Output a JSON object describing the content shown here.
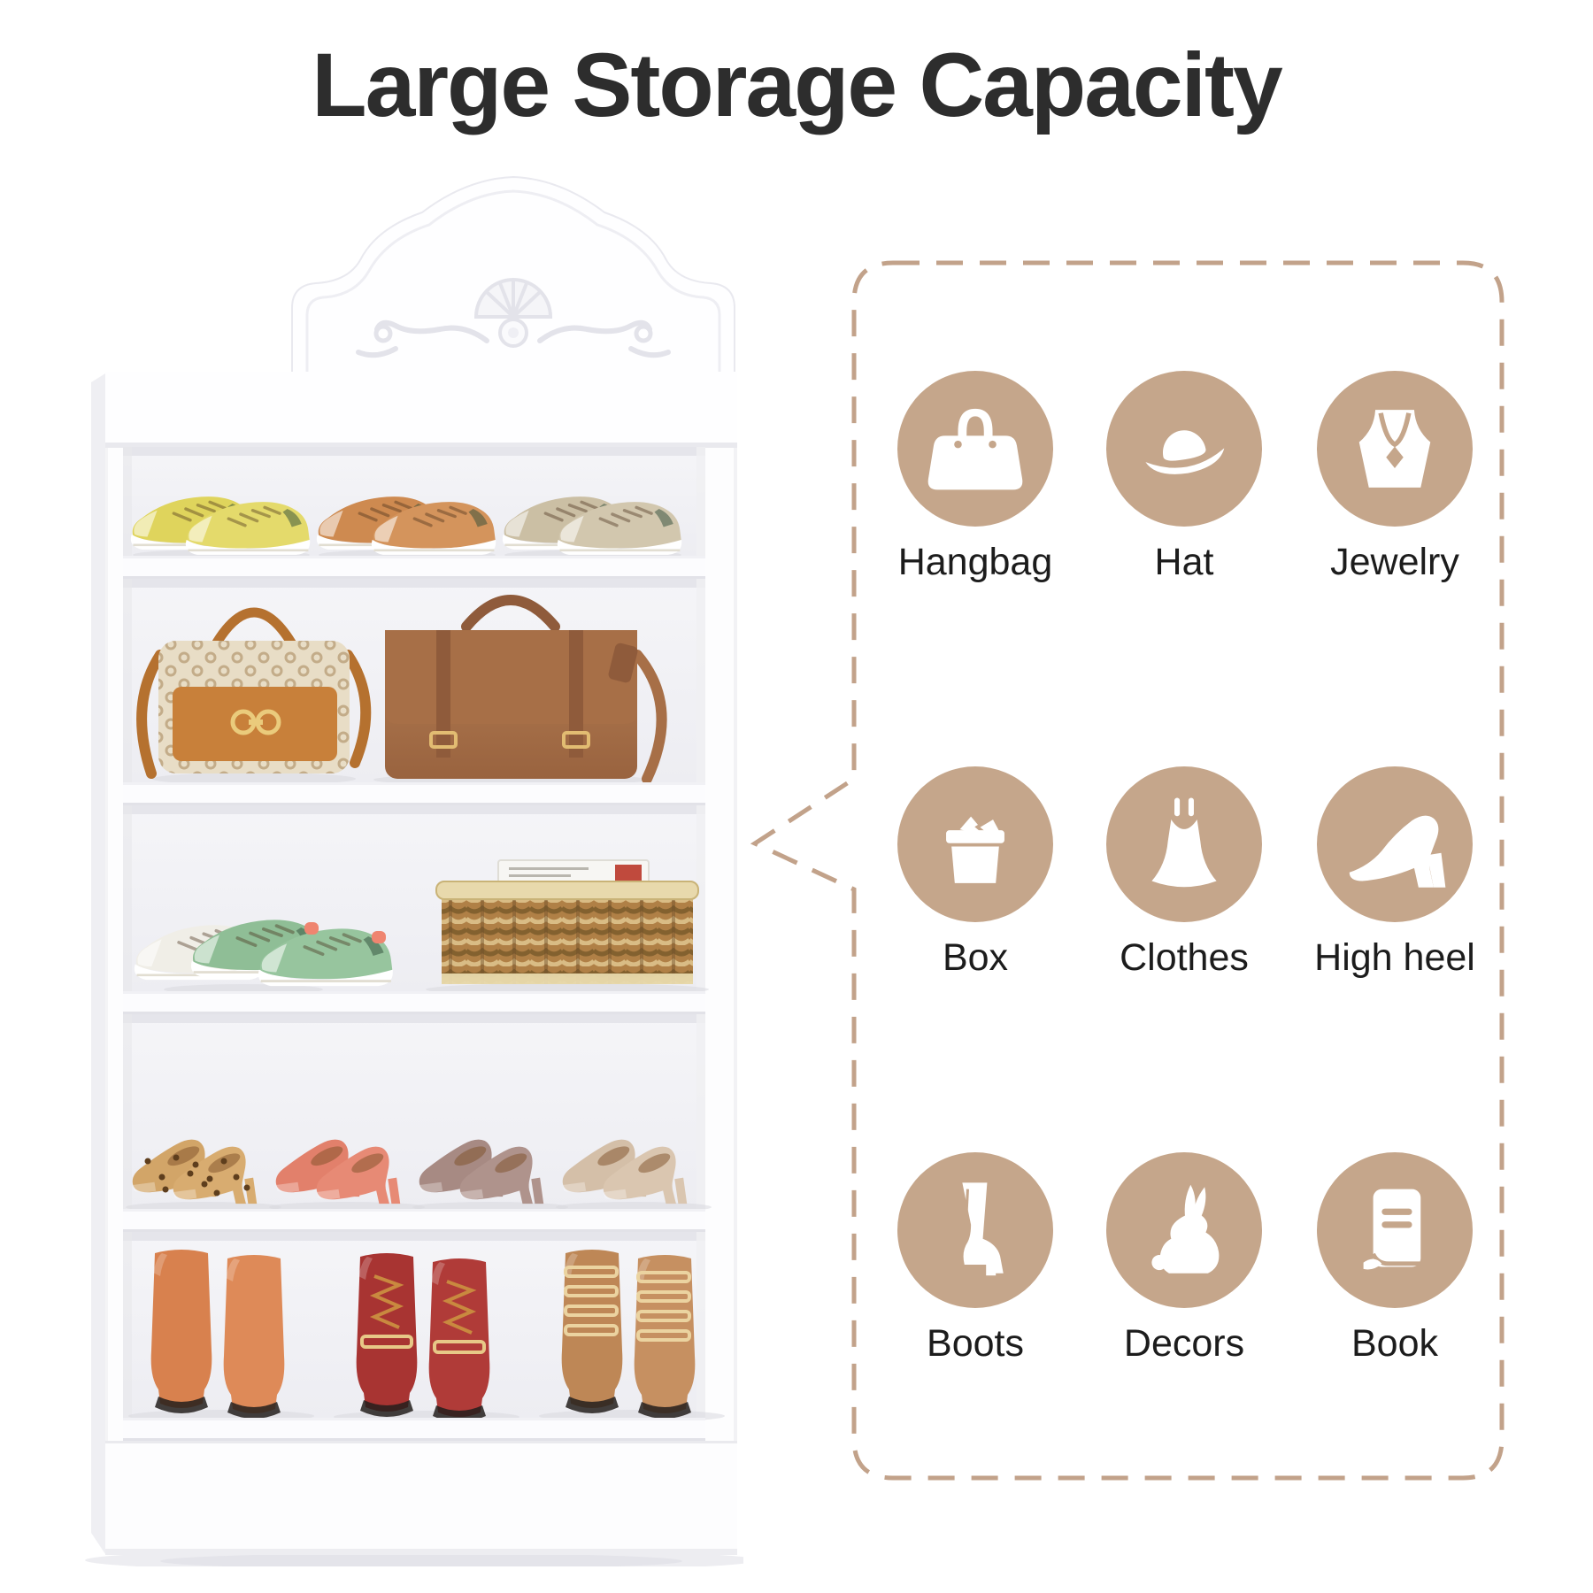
{
  "title": "Large Storage Capacity",
  "colors": {
    "accent_tan": "#C5A68B",
    "dash_border": "#C2A28A",
    "title_text": "#2D2D2D",
    "label_text": "#1C1C1C",
    "cabinet_white": "#FDFDFE"
  },
  "panel": {
    "items": [
      {
        "label": "Hangbag",
        "icon": "handbag-icon"
      },
      {
        "label": "Hat",
        "icon": "hat-icon"
      },
      {
        "label": "Jewelry",
        "icon": "jewelry-icon"
      },
      {
        "label": "Box",
        "icon": "box-icon"
      },
      {
        "label": "Clothes",
        "icon": "clothes-icon"
      },
      {
        "label": "High heel",
        "icon": "high-heel-icon"
      },
      {
        "label": "Boots",
        "icon": "boots-icon"
      },
      {
        "label": "Decors",
        "icon": "decors-icon"
      },
      {
        "label": "Book",
        "icon": "book-icon"
      }
    ]
  },
  "cabinet": {
    "style": "white bookcase with carved baroque crown, five open shelves and tall base",
    "shelves": [
      {
        "name": "top-shelf",
        "contents": [
          "yellow sneakers",
          "orange sneakers",
          "beige sneakers"
        ]
      },
      {
        "name": "second-shelf",
        "contents": [
          "monogram crossbody bag with orange flap",
          "brown leather satchel"
        ]
      },
      {
        "name": "third-shelf",
        "contents": [
          "white sneaker",
          "green sneakers with coral tab",
          "wicker storage basket",
          "book"
        ]
      },
      {
        "name": "fourth-shelf",
        "contents": [
          "leopard pumps",
          "coral platform pumps",
          "mauve peep-toe heels",
          "beige platform heels"
        ]
      },
      {
        "name": "bottom-shelf",
        "contents": [
          "orange rain boots",
          "red lace-up buckle boots",
          "tan buckle platform boots"
        ]
      }
    ]
  }
}
